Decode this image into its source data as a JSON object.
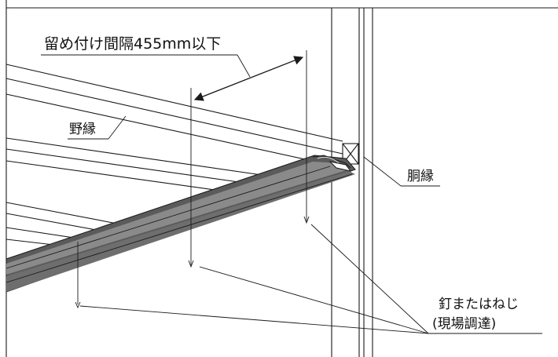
{
  "labels": {
    "spacing": "留め付け間隔455mm以下",
    "noen": "野縁",
    "dobuchi": "胴縁",
    "fastener_line1": "釘またはねじ",
    "fastener_line2": "(現場調達)"
  },
  "colors": {
    "channel_dark": "#555555",
    "channel_mid": "#7a7a7a",
    "channel_light": "#9a9a9a",
    "line": "#1a1a1a"
  }
}
